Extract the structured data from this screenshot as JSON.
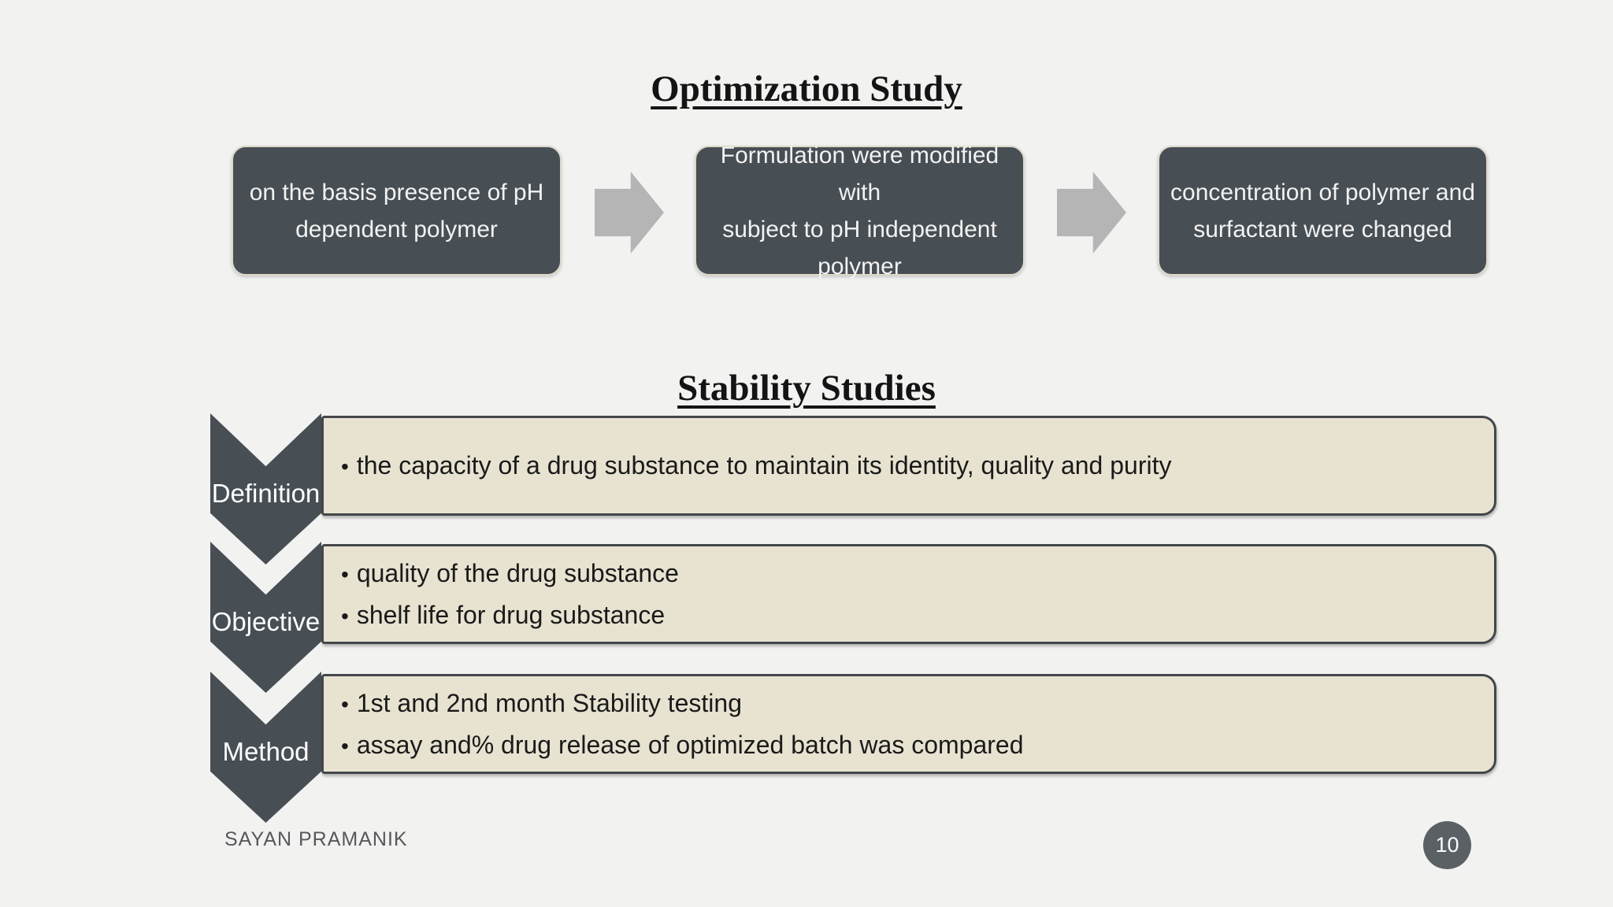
{
  "slide": {
    "footer_name": "SAYAN PRAMANIK",
    "page_number": "10",
    "background_color": "#f2f2f1"
  },
  "colors": {
    "dark_shape": "#474e54",
    "beige_box_fill": "#e8e3d1",
    "beige_box_border": "#43474b",
    "arrow_gray": "#b5b5b5",
    "title_text": "#141414",
    "footer_text": "#57585a",
    "page_circle_fill": "#5a6064"
  },
  "optimization": {
    "title": "Optimization Study",
    "steps": [
      {
        "lines": [
          "on the basis presence of pH",
          "dependent polymer"
        ]
      },
      {
        "lines": [
          "Formulation were modified with",
          "subject to pH independent",
          "polymer"
        ]
      },
      {
        "lines": [
          "concentration of polymer and",
          "surfactant were changed"
        ]
      }
    ]
  },
  "stability": {
    "title": "Stability Studies",
    "bullet_glyph": "•",
    "rows": [
      {
        "label": "Definition",
        "bullets": [
          "the capacity of a drug substance to maintain its identity, quality and purity"
        ]
      },
      {
        "label": "Objective",
        "bullets": [
          "quality of the drug substance",
          "shelf life for drug substance"
        ]
      },
      {
        "label": "Method",
        "bullets": [
          "1st and 2nd month Stability testing",
          "assay and% drug release of optimized batch was compared"
        ]
      }
    ]
  }
}
